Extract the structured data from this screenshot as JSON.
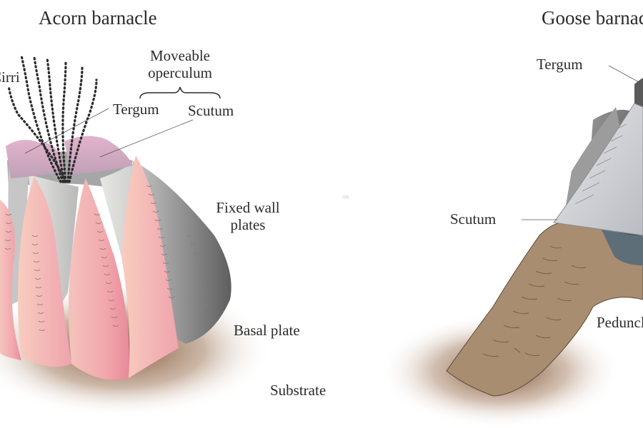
{
  "acorn": {
    "title": "Acorn barnacle",
    "cirri_label": "Cirri",
    "operculum_label_line1": "Moveable",
    "operculum_label_line2": "operculum",
    "tergum_label": "Tergum",
    "scutum_label": "Scutum",
    "wall_label_line1": "Fixed wall",
    "wall_label_line2": "plates",
    "basal_label": "Basal plate",
    "substrate_label": "Substrate"
  },
  "goose": {
    "title": "Goose barnacle",
    "tergum_label": "Tergum",
    "scutum_label": "Scutum",
    "peduncle_label": "Peduncle"
  },
  "watermark": "Ida",
  "colors": {
    "pink_plate": "#f2b7b7",
    "pink_dark": "#e98b98",
    "grey_plate": "#c9c9c9",
    "mauve_operculum": "#d9a9c4",
    "peduncle_tan": "#a88d70",
    "substrate_brown": "#7a4a2a",
    "label_text": "#2b2b2b"
  }
}
